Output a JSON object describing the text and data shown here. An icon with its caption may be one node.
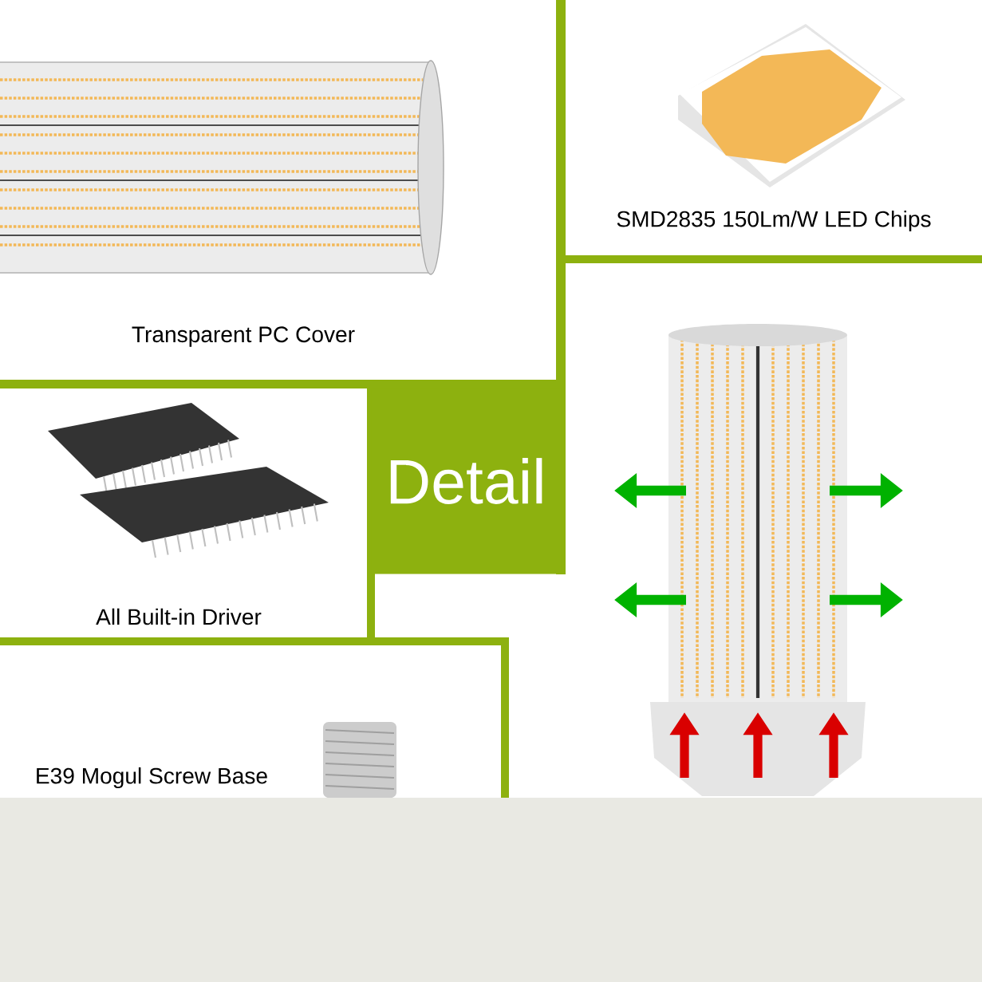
{
  "diagram": {
    "nodes": [
      {
        "text": [
          "Transparent PC Cover"
        ]
      },
      {
        "text": [
          "SMD2835 150Lm/W LED Chips"
        ]
      },
      {
        "text": [
          "Detail"
        ]
      },
      {
        "text": [
          "All Built-in Driver"
        ]
      },
      {
        "text": [
          "E39 Mogul Screw Base"
        ]
      }
    ]
  }
}
